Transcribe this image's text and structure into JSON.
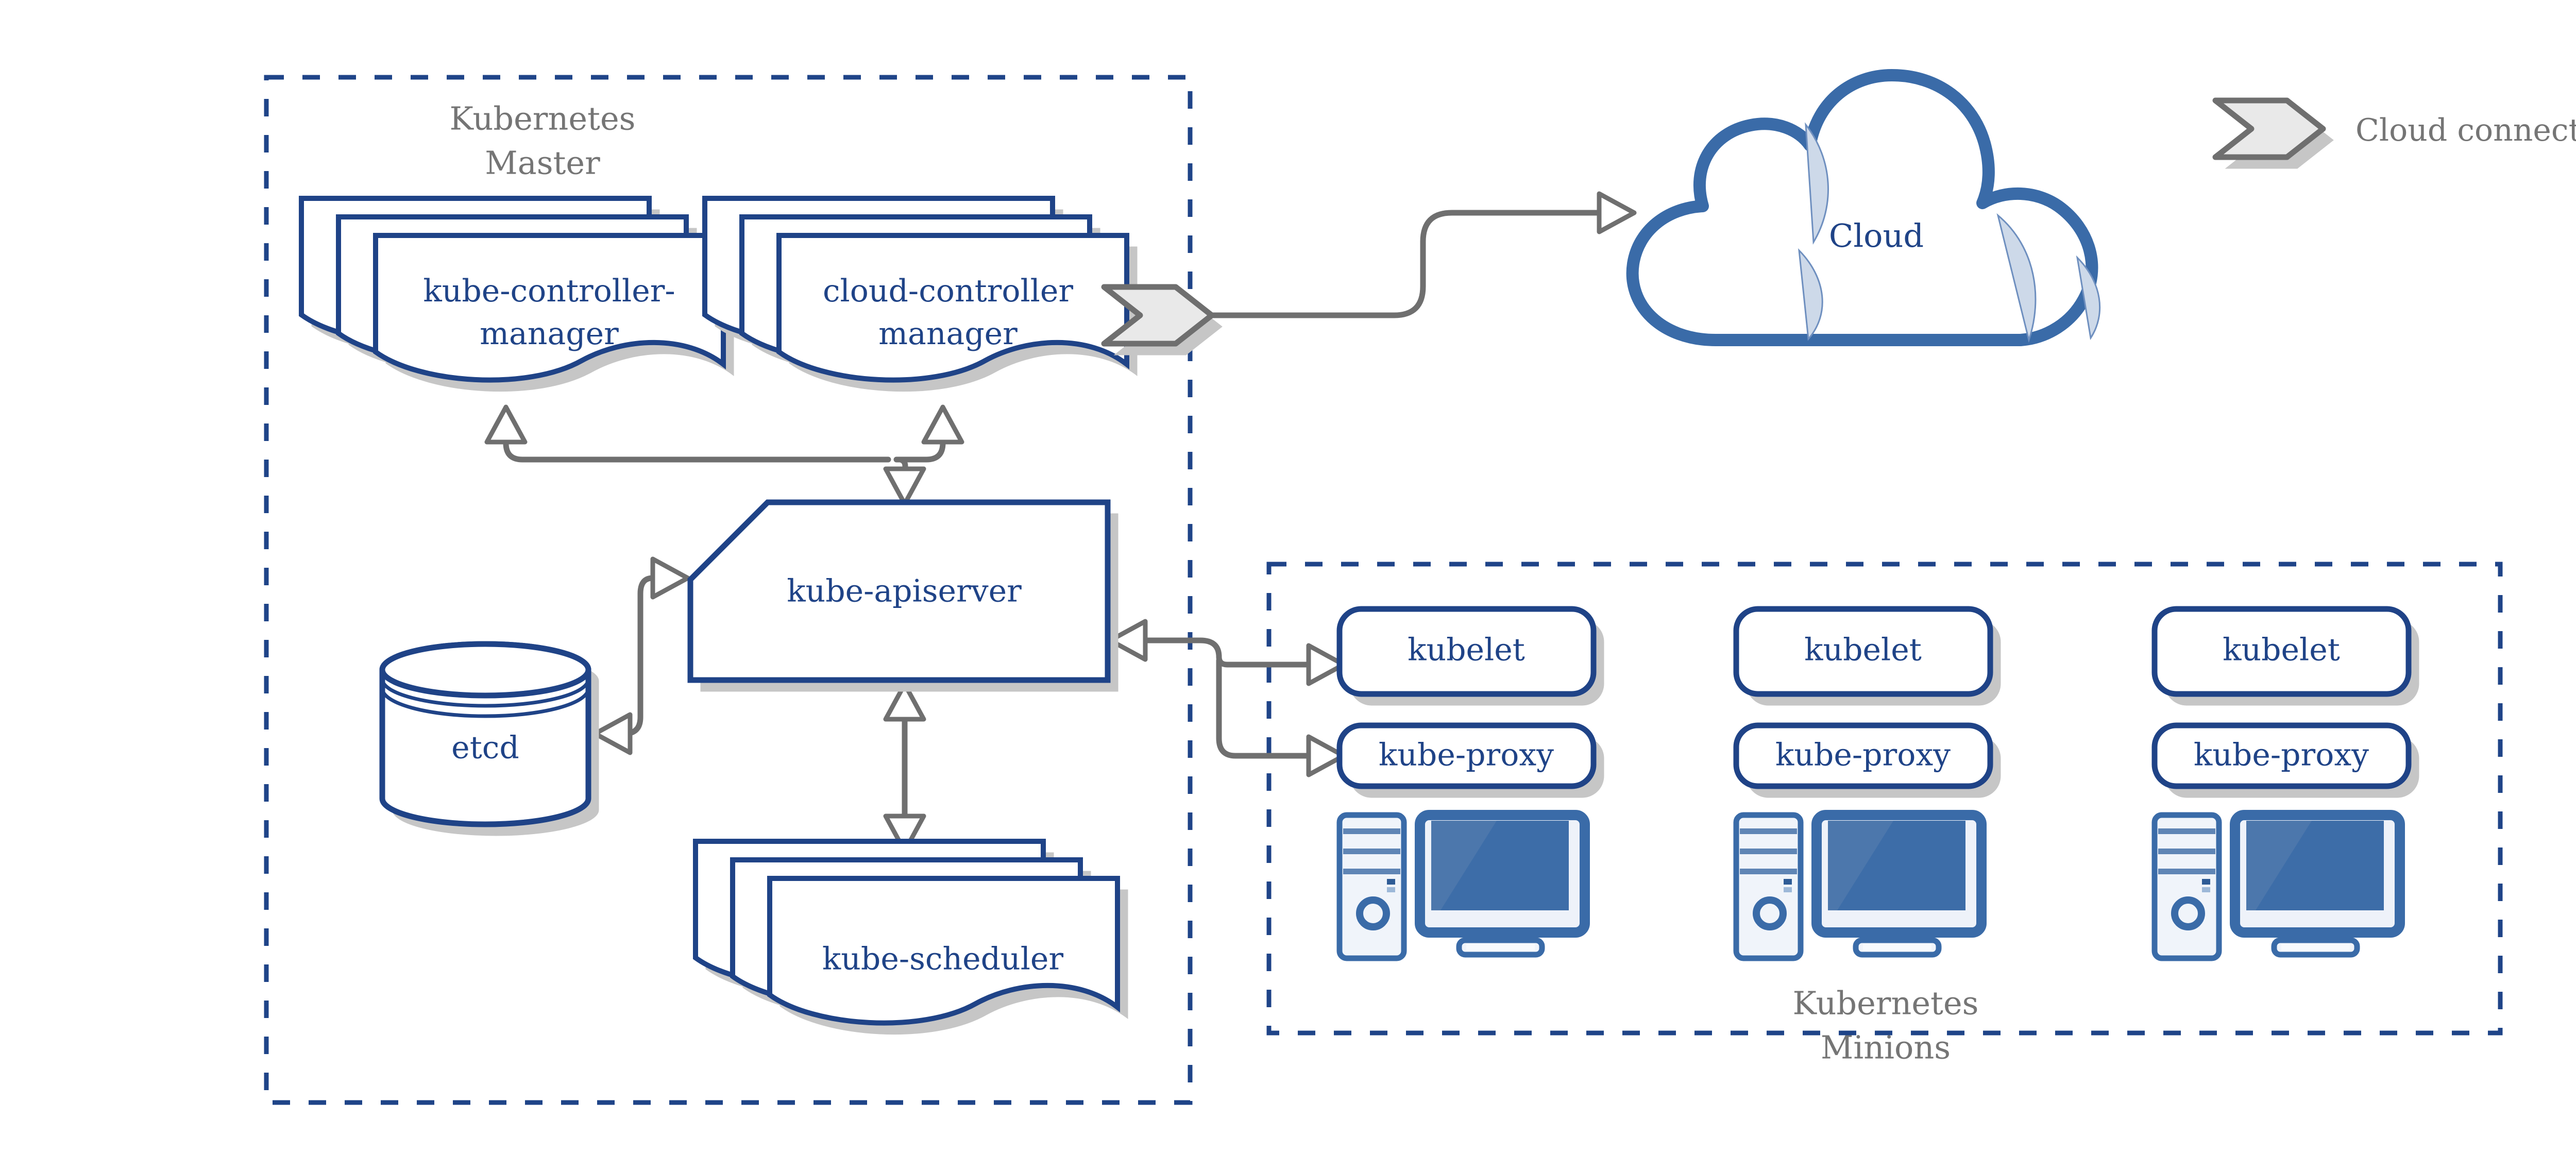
{
  "colors": {
    "shape_stroke_navy": "#1F4387",
    "boundary_dash_navy": "#1F4488",
    "cloud_and_computer_blue": "#3A6BA8",
    "screen_blue": "#3D6DA8",
    "screen_gloss_blue": "#4C77AC",
    "crescent_light_blue": "#CDD9E9",
    "connector_gray": "#6F6F6F",
    "region_label_gray": "#757575",
    "shadow_gray": "#C6C6C6",
    "chevron_fill": "#E9E9E9",
    "background": "#FFFFFF"
  },
  "master": {
    "region_label_line1": "Kubernetes",
    "region_label_line2": "Master",
    "kube_controller_manager_line1": "kube-controller-",
    "kube_controller_manager_line2": "manager",
    "cloud_controller_manager_line1": "cloud-controller",
    "cloud_controller_manager_line2": "manager",
    "kube_apiserver_label": "kube-apiserver",
    "etcd_label": "etcd",
    "kube_scheduler_label": "kube-scheduler"
  },
  "cloud": {
    "label": "Cloud"
  },
  "legend": {
    "label": "Cloud connector",
    "icon": "cloud-connector-chevron-icon"
  },
  "minions": {
    "region_label_line1": "Kubernetes",
    "region_label_line2": "Minions",
    "nodes": [
      {
        "kubelet": "kubelet",
        "kube_proxy": "kube-proxy"
      },
      {
        "kubelet": "kubelet",
        "kube_proxy": "kube-proxy"
      },
      {
        "kubelet": "kubelet",
        "kube_proxy": "kube-proxy"
      }
    ]
  }
}
